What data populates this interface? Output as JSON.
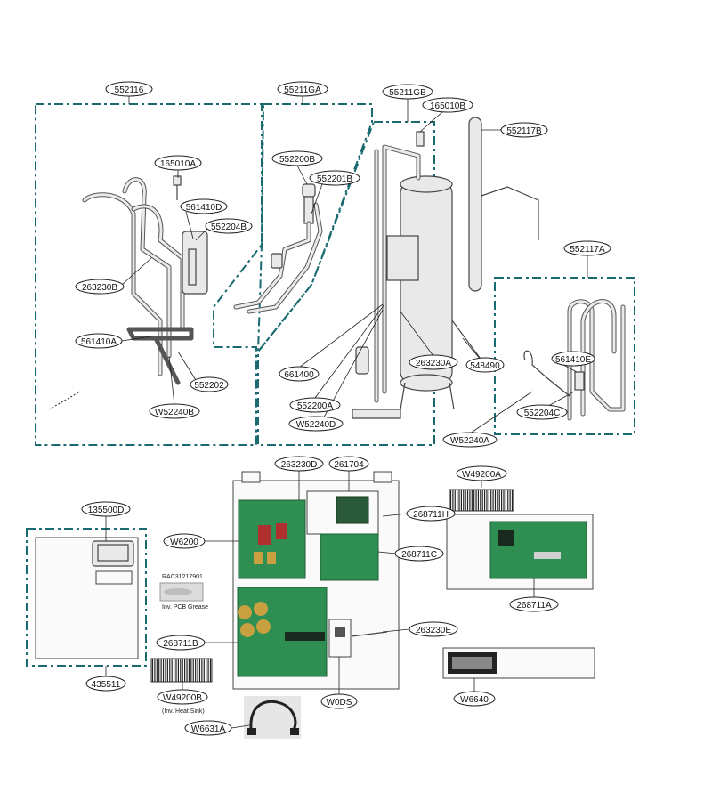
{
  "callouts": {
    "c552116": "552116",
    "c55211GA": "55211GA",
    "c55211GB": "55211GB",
    "c165010B": "165010B",
    "c552117B": "552117B",
    "c165010A": "165010A",
    "c552200B": "552200B",
    "c552201B": "552201B",
    "c561410D": "561410D",
    "c552204B": "552204B",
    "c263230B": "263230B",
    "c552117A": "552117A",
    "c561410A": "561410A",
    "c552202": "552202",
    "c661400": "661400",
    "c263230A": "263230A",
    "c548490": "548490",
    "c561410E": "561410E",
    "c552200A": "552200A",
    "cW52240B": "W52240B",
    "cW52240D": "W52240D",
    "c552204C": "552204C",
    "cW52240A": "W52240A",
    "c263230D": "263230D",
    "c261704": "261704",
    "cW49200A": "W49200A",
    "c135500D": "135500D",
    "c268711H": "268711H",
    "cW6200": "W6200",
    "c268711C": "268711C",
    "c268711A": "268711A",
    "c268711B": "268711B",
    "c263230E": "263230E",
    "c435511": "435511",
    "cW49200B": "W49200B",
    "cW0DS": "W0DS",
    "cW6640": "W6640",
    "cW6631A": "W6631A"
  },
  "notes": {
    "grease_code": "RAC31217901",
    "grease_label": "Inv. PCB Grease",
    "heatsink_label": "(Inv. Heat Sink)"
  }
}
